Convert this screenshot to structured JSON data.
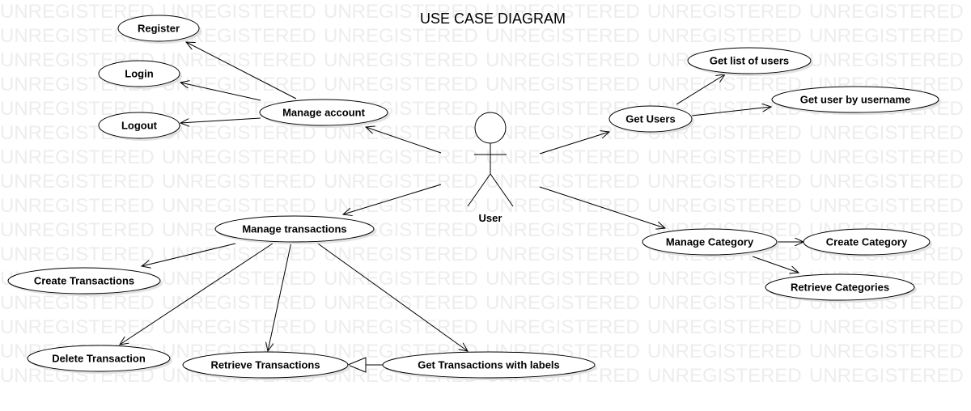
{
  "diagram": {
    "title": "USE CASE DIAGRAM",
    "watermark": "UNREGISTERED",
    "actor": {
      "label": "User"
    },
    "use_cases": [
      {
        "id": "register",
        "label": "Register"
      },
      {
        "id": "login",
        "label": "Login"
      },
      {
        "id": "logout",
        "label": "Logout"
      },
      {
        "id": "manage-account",
        "label": "Manage account"
      },
      {
        "id": "get-list-of-users",
        "label": "Get list of users"
      },
      {
        "id": "get-user-by-username",
        "label": "Get user by username"
      },
      {
        "id": "get-users",
        "label": "Get Users"
      },
      {
        "id": "manage-transactions",
        "label": "Manage transactions"
      },
      {
        "id": "create-transactions",
        "label": "Create Transactions"
      },
      {
        "id": "delete-transaction",
        "label": "Delete Transaction"
      },
      {
        "id": "retrieve-transactions",
        "label": "Retrieve Transactions"
      },
      {
        "id": "get-transactions-with-labels",
        "label": "Get Transactions with labels"
      },
      {
        "id": "manage-category",
        "label": "Manage Category"
      },
      {
        "id": "create-category",
        "label": "Create Category"
      },
      {
        "id": "retrieve-categories",
        "label": "Retrieve Categories"
      }
    ],
    "associations": [
      {
        "from": "actor",
        "to": "manage-account"
      },
      {
        "from": "actor",
        "to": "get-users"
      },
      {
        "from": "actor",
        "to": "manage-transactions"
      },
      {
        "from": "actor",
        "to": "manage-category"
      },
      {
        "from": "manage-account",
        "to": "register"
      },
      {
        "from": "manage-account",
        "to": "login"
      },
      {
        "from": "manage-account",
        "to": "logout"
      },
      {
        "from": "get-users",
        "to": "get-list-of-users"
      },
      {
        "from": "get-users",
        "to": "get-user-by-username"
      },
      {
        "from": "manage-transactions",
        "to": "create-transactions"
      },
      {
        "from": "manage-transactions",
        "to": "delete-transaction"
      },
      {
        "from": "manage-transactions",
        "to": "retrieve-transactions"
      },
      {
        "from": "manage-transactions",
        "to": "get-transactions-with-labels"
      },
      {
        "from": "manage-category",
        "to": "create-category"
      },
      {
        "from": "manage-category",
        "to": "retrieve-categories"
      }
    ],
    "generalizations": [
      {
        "from": "get-transactions-with-labels",
        "to": "retrieve-transactions"
      }
    ]
  }
}
